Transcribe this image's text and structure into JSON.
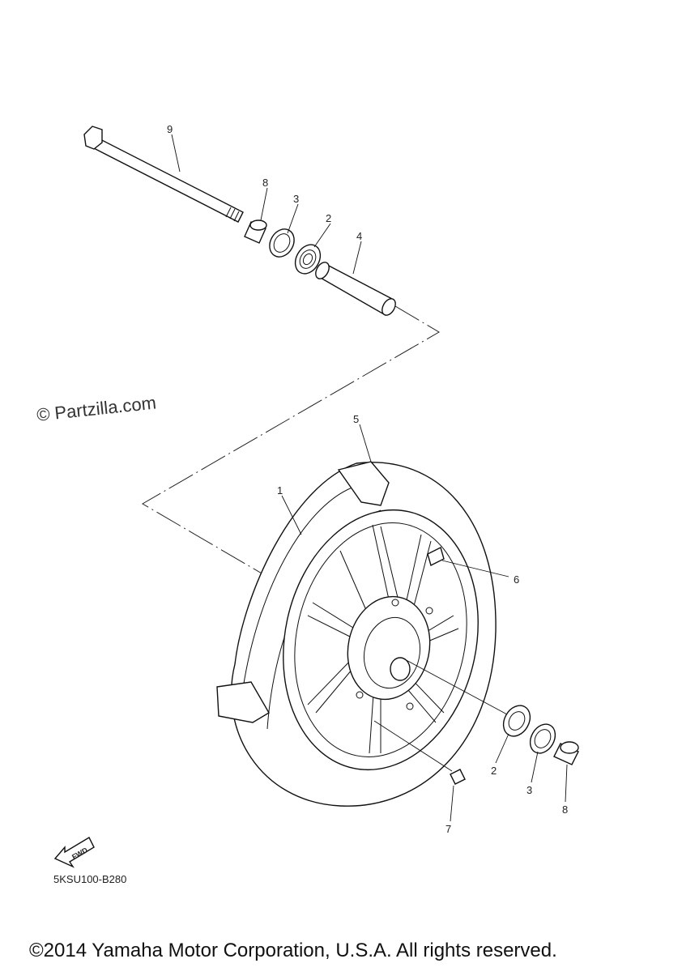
{
  "watermark": "© Partzilla.com",
  "diagram_code": "5KSU100-B280",
  "copyright": "©2014 Yamaha Motor Corporation, U.S.A. All rights reserved.",
  "fwd_label": "FWD",
  "callouts": {
    "axle": "9",
    "collar_top": "8",
    "seal_top": "3",
    "bearing_top": "2",
    "spacer": "4",
    "tire": "5",
    "wheel": "1",
    "valve": "6",
    "bearing_bottom": "2",
    "seal_bottom": "3",
    "collar_bottom": "8",
    "weight": "7"
  }
}
